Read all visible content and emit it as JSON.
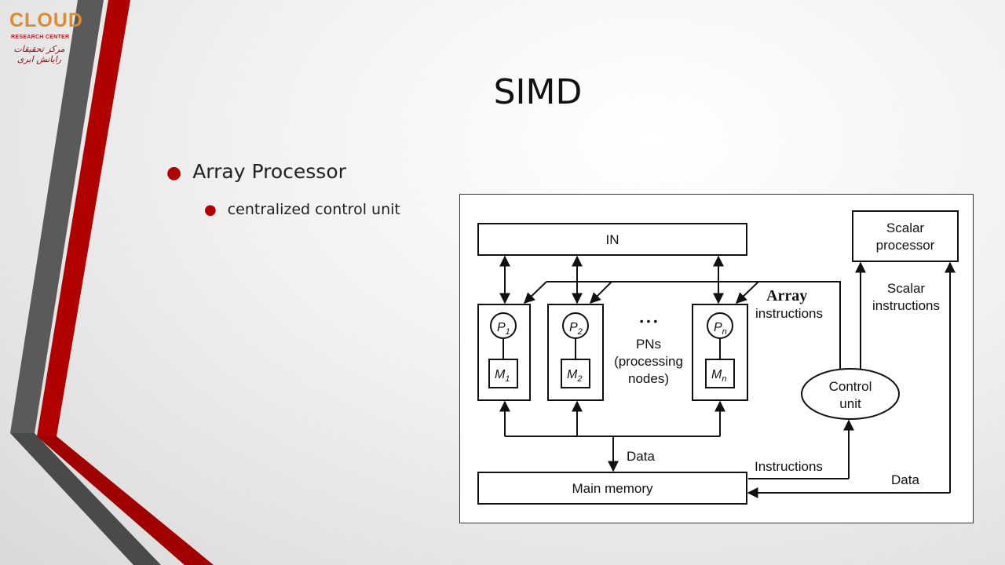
{
  "logo": {
    "main": "CLOUD",
    "sub": "RESEARCH CENTER",
    "fa": "مرکز تحقیقات رایانش ابری"
  },
  "slide": {
    "title": "SIMD",
    "bullets": [
      {
        "text": "Array Processor",
        "level": 1
      },
      {
        "text": "centralized control unit",
        "level": 2
      }
    ]
  },
  "diagram": {
    "in_label": "IN",
    "scalar_processor": [
      "Scalar",
      "processor"
    ],
    "scalar_instructions": [
      "Scalar",
      "instructions"
    ],
    "array_instructions": [
      "Array",
      "instructions"
    ],
    "nodes": [
      {
        "p": "P",
        "p_sub": "1",
        "m": "M",
        "m_sub": "1"
      },
      {
        "p": "P",
        "p_sub": "2",
        "m": "M",
        "m_sub": "2"
      },
      {
        "p": "P",
        "p_sub": "n",
        "m": "M",
        "m_sub": "n"
      }
    ],
    "ellipsis": "• • •",
    "pns_label": [
      "PNs",
      "(processing",
      "nodes)"
    ],
    "control_unit": [
      "Control",
      "unit"
    ],
    "data_label_left": "Data",
    "instructions_label": "Instructions",
    "data_label_right": "Data",
    "main_memory": "Main memory"
  },
  "colors": {
    "bullet": "#b00000",
    "stripe_red": "#b00000",
    "stripe_gray": "#5a5a5a",
    "logo_orange": "#e08a2c"
  }
}
